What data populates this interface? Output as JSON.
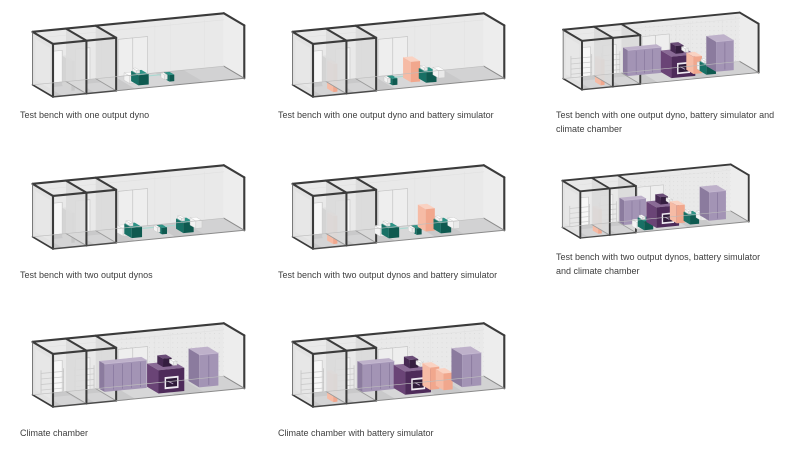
{
  "page": {
    "background": "#ffffff"
  },
  "palette": {
    "dyno_teal": "#0f5a50",
    "battery_simulator_salmon": "#f1a78d",
    "cabinet_purple": "#a394b5",
    "climate_chamber_purple": "#4e2b5a",
    "container_wall_gray": "#e9e9e9",
    "container_floor_gray": "#c9c9ca",
    "frame_dark_gray": "#3b3b3b",
    "caption_text": "#3e3e3e"
  },
  "cells": [
    {
      "id": "one-dyno",
      "caption_line1": "Test bench with one output dyno",
      "caption_line2": "",
      "equipment": {
        "output_dynos": 1,
        "battery_simulator": false,
        "climate_chamber": false
      }
    },
    {
      "id": "one-dyno-battery",
      "caption_line1": "Test bench with one output dyno and battery simulator",
      "caption_line2": "",
      "equipment": {
        "output_dynos": 1,
        "battery_simulator": true,
        "climate_chamber": false
      }
    },
    {
      "id": "one-dyno-battery-climate",
      "caption_line1": "Test bench with one output dyno, battery simulator and",
      "caption_line2": "climate chamber",
      "equipment": {
        "output_dynos": 1,
        "battery_simulator": true,
        "climate_chamber": true
      }
    },
    {
      "id": "two-dynos",
      "caption_line1": "Test bench with two output dynos",
      "caption_line2": "",
      "equipment": {
        "output_dynos": 2,
        "battery_simulator": false,
        "climate_chamber": false
      }
    },
    {
      "id": "two-dynos-battery",
      "caption_line1": "Test bench with two output dynos and battery simulator",
      "caption_line2": "",
      "equipment": {
        "output_dynos": 2,
        "battery_simulator": true,
        "climate_chamber": false
      }
    },
    {
      "id": "two-dynos-battery-climate",
      "caption_line1": "Test bench with two output dynos, battery simulator",
      "caption_line2": "and climate chamber",
      "equipment": {
        "output_dynos": 2,
        "battery_simulator": true,
        "climate_chamber": true
      }
    },
    {
      "id": "climate-chamber",
      "caption_line1": "Climate chamber",
      "caption_line2": "",
      "equipment": {
        "output_dynos": 0,
        "battery_simulator": false,
        "climate_chamber": true
      }
    },
    {
      "id": "climate-chamber-battery",
      "caption_line1": "Climate chamber with battery simulator",
      "caption_line2": "",
      "equipment": {
        "output_dynos": 0,
        "battery_simulator": true,
        "climate_chamber": true
      }
    }
  ]
}
